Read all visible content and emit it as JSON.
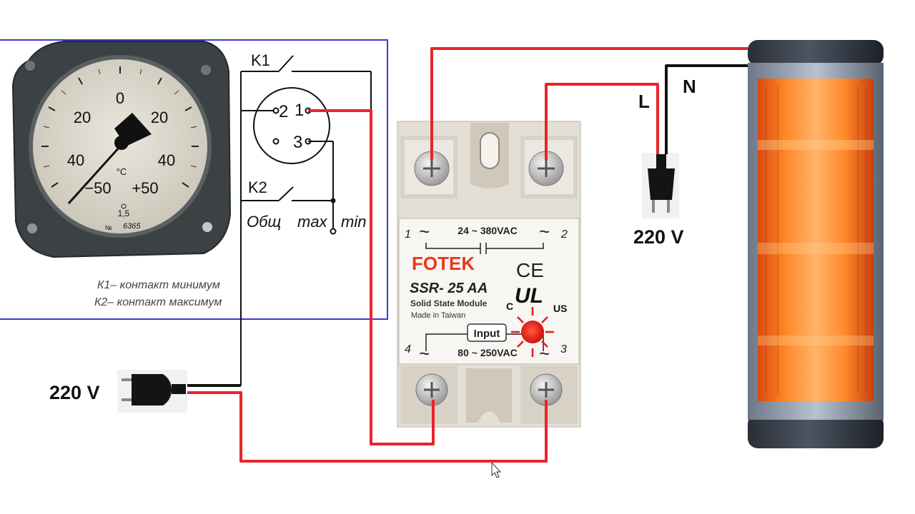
{
  "thermometer": {
    "scale_labels": [
      "0",
      "20",
      "20",
      "40",
      "40",
      "−50",
      "+50"
    ],
    "unit": "°C",
    "accuracy": "1,5",
    "number_prefix": "№",
    "serial": "6365"
  },
  "contacts": {
    "k1": "K1",
    "k2": "K2",
    "pin1": "1",
    "pin2": "2",
    "pin3": "3",
    "common": "Общ",
    "max": "max",
    "min": "min"
  },
  "legend": {
    "line1": "К1– контакт минимум",
    "line2": "К2– контакт максимум"
  },
  "relay": {
    "pin1": "1",
    "pin2": "2",
    "pin3": "3",
    "pin4": "4",
    "tilde": "~",
    "load_voltage": "24 ~ 380VAC",
    "brand": "FOTEK",
    "ce_mark": "CE",
    "model": "SSR- 25 AA",
    "module_type": "Solid State Module",
    "origin": "Made in Taiwan",
    "ul_mark": "UL",
    "ul_c": "C",
    "ul_us": "US",
    "input_label": "Input",
    "control_voltage": "80 ~ 250VAC"
  },
  "power_left": {
    "voltage": "220 V"
  },
  "power_right": {
    "voltage": "220 V",
    "line_label": "L",
    "neutral_label": "N"
  },
  "colors": {
    "wire_red": "#e8252b",
    "wire_black": "#111111",
    "frame_blue": "#3a3ad0",
    "relay_body": "#e9e4dc",
    "brand_orange": "#e8381c",
    "heater_glow": "#ff7a1a"
  }
}
